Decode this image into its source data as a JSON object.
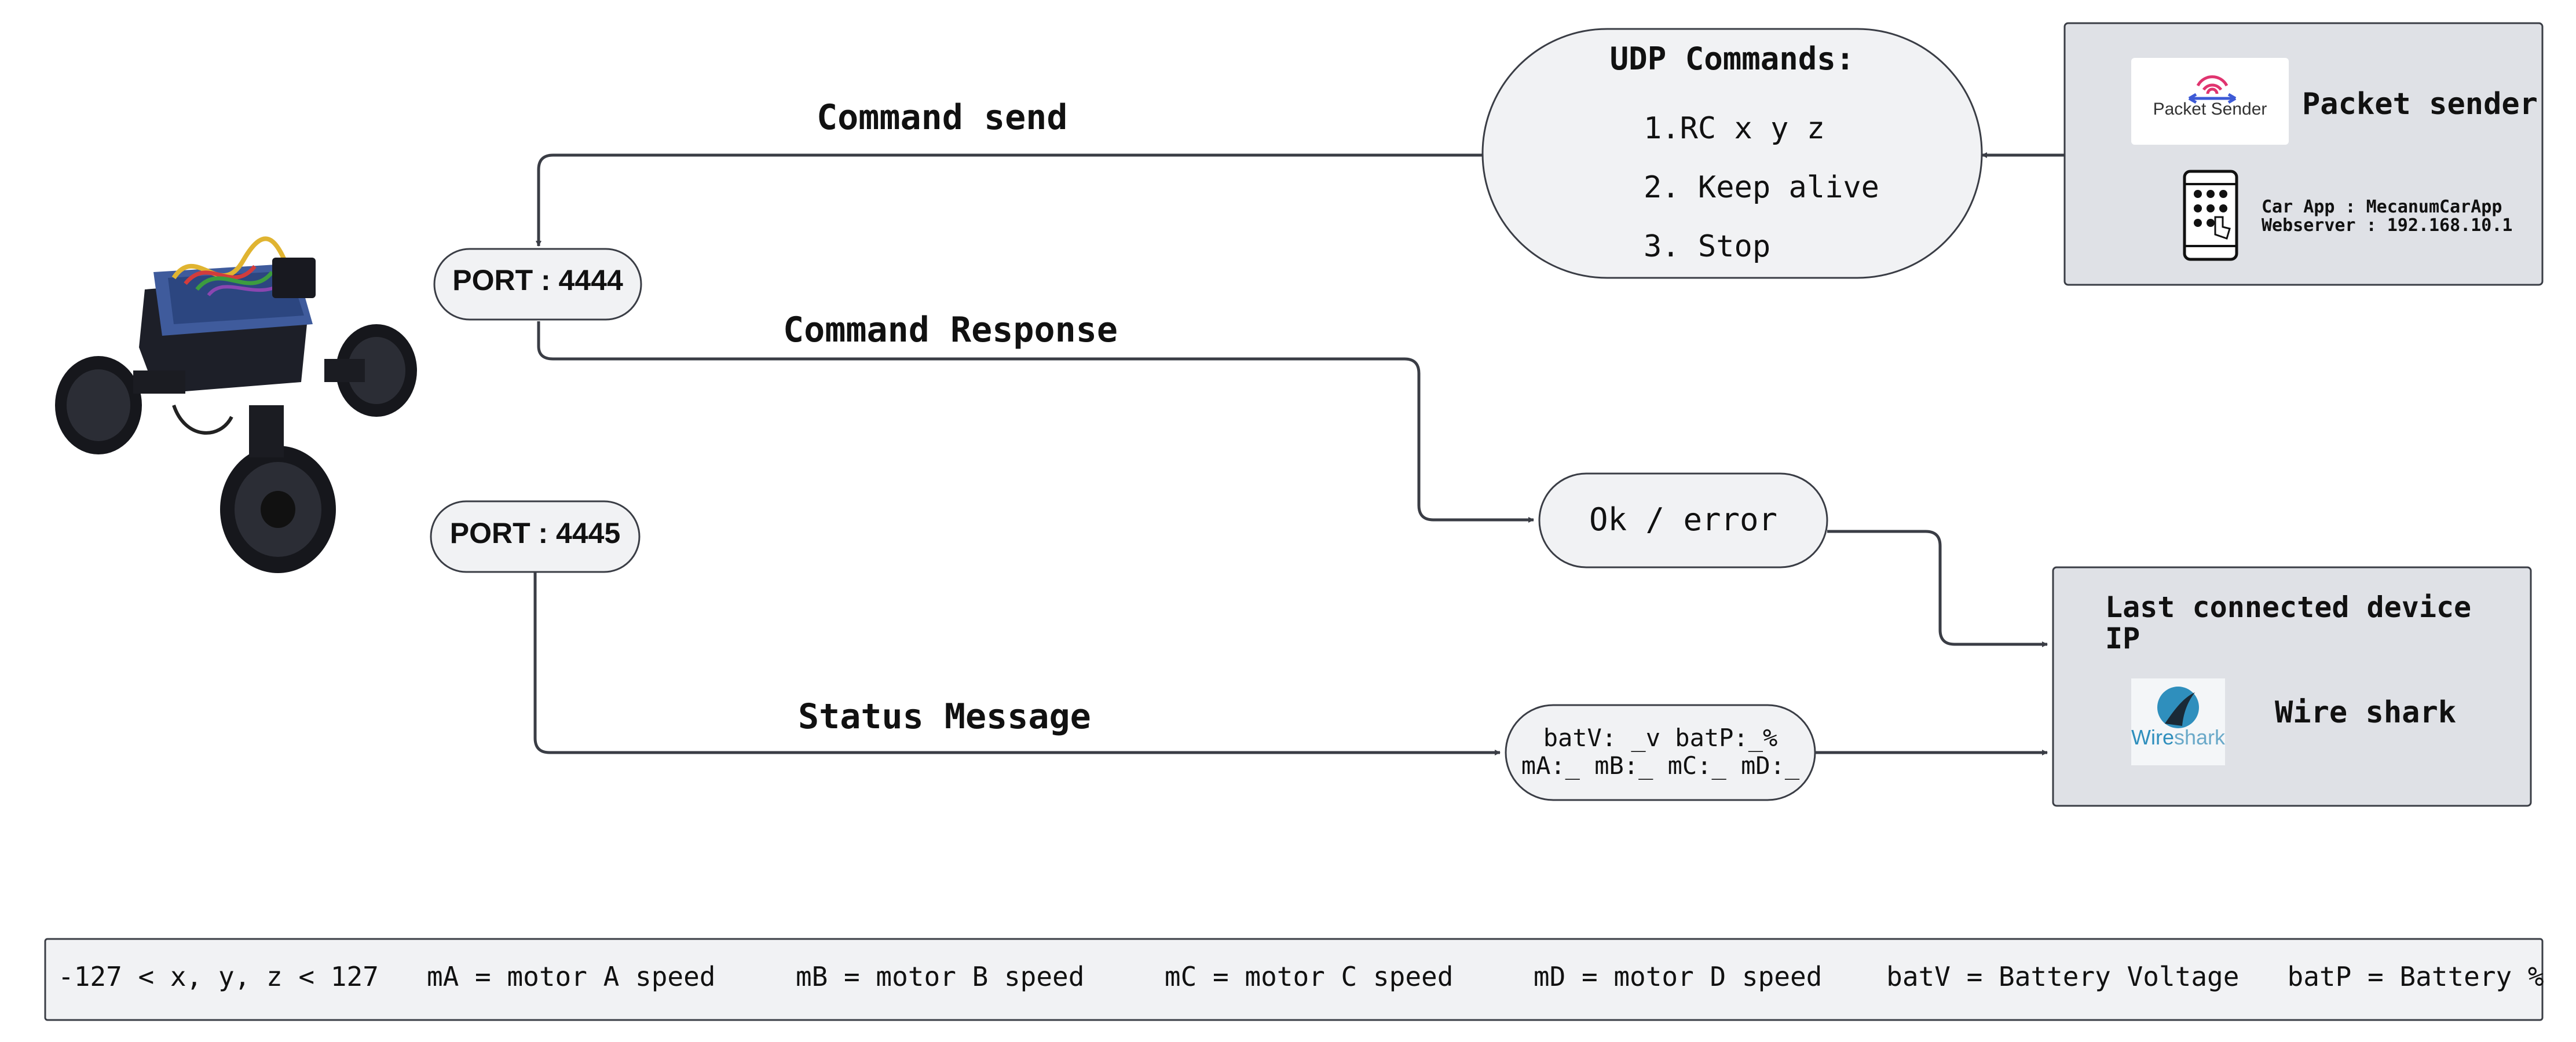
{
  "edges": {
    "command_send": "Command send",
    "command_response": "Command Response",
    "status_message": "Status Message"
  },
  "ports": {
    "cmd": "PORT : 4444",
    "status": "PORT : 4445"
  },
  "udp": {
    "title": "UDP Commands:",
    "items": [
      "RC x y z",
      "Keep alive",
      "Stop"
    ]
  },
  "ok_error": "Ok / error",
  "status_msg": {
    "line1": "batV: _v batP:_%",
    "line2": "mA:_ mB:_ mC:_ mD:_"
  },
  "packet_panel": {
    "title": "Packet sender",
    "logo_text": "Packet Sender",
    "app_line1": "Car App : MecanumCarApp",
    "app_line2": "Webserver : 192.168.10.1"
  },
  "wire_panel": {
    "title": "Last connected device IP",
    "tool": "Wire shark",
    "logo_text_a": "Wire",
    "logo_text_b": "shark"
  },
  "legend": "-127 < x, y, z < 127   mA = motor A speed     mB = motor B speed     mC = motor C speed     mD = motor D speed    batV = Battery Voltage   batP = Battery %",
  "colors": {
    "node_fill": "#f1f2f4",
    "panel_fill": "#dfe1e6",
    "stroke": "#3a3d45",
    "wireshark_blue": "#2f8fbd"
  }
}
